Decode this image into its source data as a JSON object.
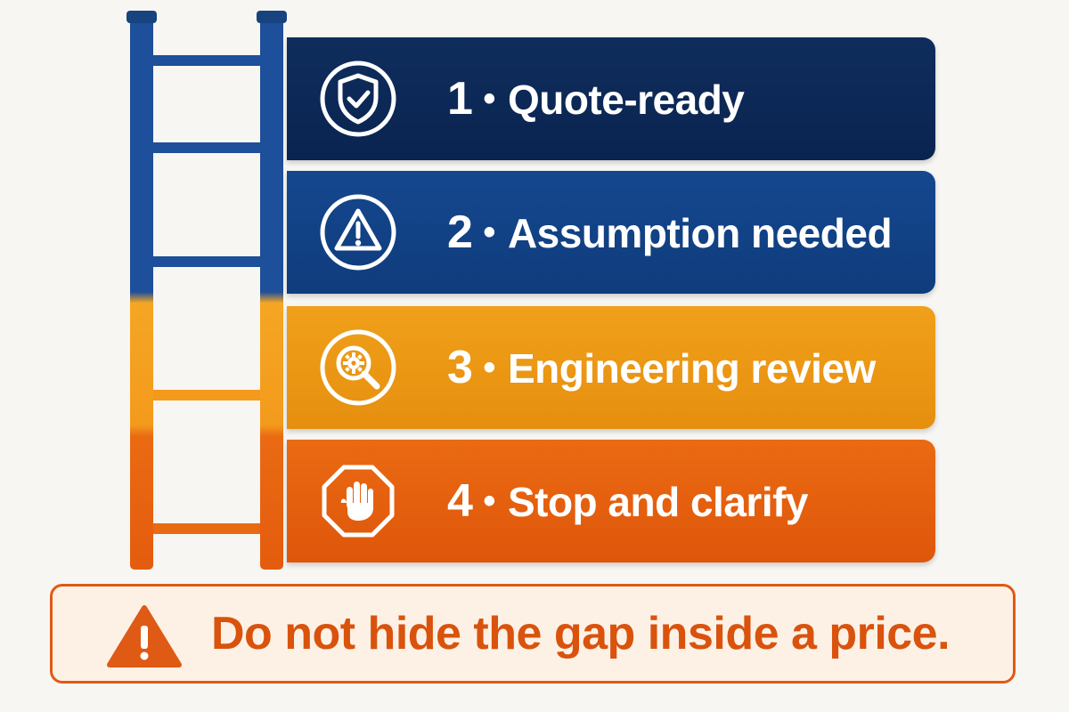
{
  "tiers": [
    {
      "number": "1",
      "label": "Quote-ready",
      "icon": "shield-check-icon",
      "color": "#0f2d5c"
    },
    {
      "number": "2",
      "label": "Assumption needed",
      "icon": "warning-triangle-icon",
      "color": "#15478f"
    },
    {
      "number": "3",
      "label": "Engineering review",
      "icon": "magnifier-gear-icon",
      "color": "#f0a01a"
    },
    {
      "number": "4",
      "label": "Stop and clarify",
      "icon": "stop-hand-icon",
      "color": "#ea6a12"
    }
  ],
  "separator": "•",
  "warning": {
    "text": "Do not hide the gap inside a price.",
    "icon": "warning-triangle-icon",
    "color": "#df5a14"
  },
  "ladder": {
    "icon": "ladder-icon",
    "upper_color": "#1d4f9a",
    "lower_color": "#f39a1c",
    "bottom_color": "#ea6a12"
  }
}
